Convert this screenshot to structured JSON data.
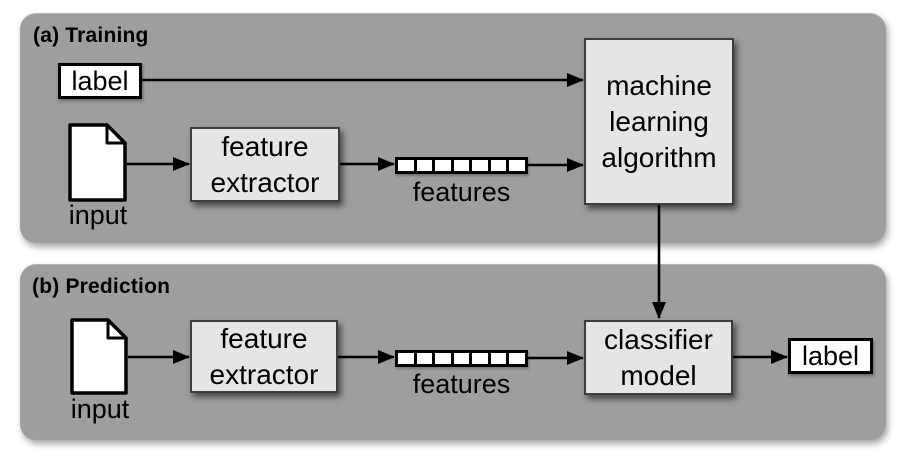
{
  "colors": {
    "page-bg": "#ffffff",
    "panel-bg": "#9e9e9e",
    "box-bg": "#e5e5e5",
    "box-border": "#3d3d3d",
    "line": "#000000",
    "white-box-bg": "#ffffff",
    "white-box-border": "#000000",
    "text": "#000000"
  },
  "training": {
    "title": "(a) Training",
    "label_box": "label",
    "input_caption": "input",
    "feature_extractor_lines": [
      "feature",
      "extractor"
    ],
    "features_caption": "features",
    "features_cell_count": 7,
    "ml_algorithm_lines": [
      "machine",
      "learning",
      "algorithm"
    ]
  },
  "prediction": {
    "title": "(b) Prediction",
    "input_caption": "input",
    "feature_extractor_lines": [
      "feature",
      "extractor"
    ],
    "features_caption": "features",
    "features_cell_count": 7,
    "classifier_model_lines": [
      "classifier",
      "model"
    ],
    "label_box": "label"
  }
}
